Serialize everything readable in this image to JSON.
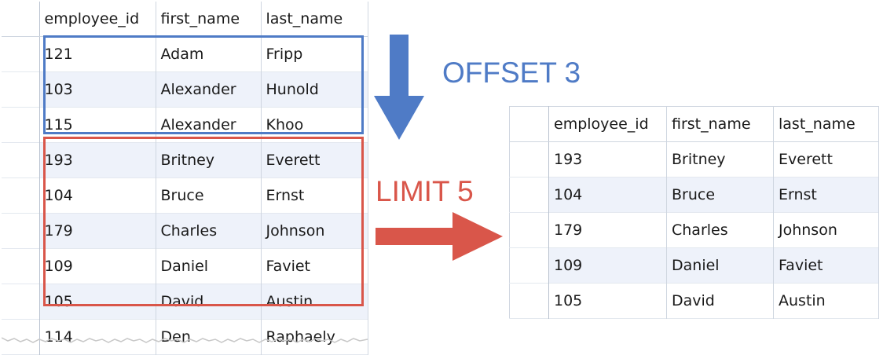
{
  "columns": [
    "employee_id",
    "first_name",
    "last_name"
  ],
  "source_rows": [
    [
      "121",
      "Adam",
      "Fripp"
    ],
    [
      "103",
      "Alexander",
      "Hunold"
    ],
    [
      "115",
      "Alexander",
      "Khoo"
    ],
    [
      "193",
      "Britney",
      "Everett"
    ],
    [
      "104",
      "Bruce",
      "Ernst"
    ],
    [
      "179",
      "Charles",
      "Johnson"
    ],
    [
      "109",
      "Daniel",
      "Faviet"
    ],
    [
      "105",
      "David",
      "Austin"
    ],
    [
      "114",
      "Den",
      "Raphaely"
    ]
  ],
  "result_rows": [
    [
      "193",
      "Britney",
      "Everett"
    ],
    [
      "104",
      "Bruce",
      "Ernst"
    ],
    [
      "179",
      "Charles",
      "Johnson"
    ],
    [
      "109",
      "Daniel",
      "Faviet"
    ],
    [
      "105",
      "David",
      "Austin"
    ]
  ],
  "labels": {
    "offset": "OFFSET 3",
    "limit": "LIMIT 5"
  },
  "colors": {
    "offset": "#4f7bc6",
    "limit": "#d9564a"
  }
}
